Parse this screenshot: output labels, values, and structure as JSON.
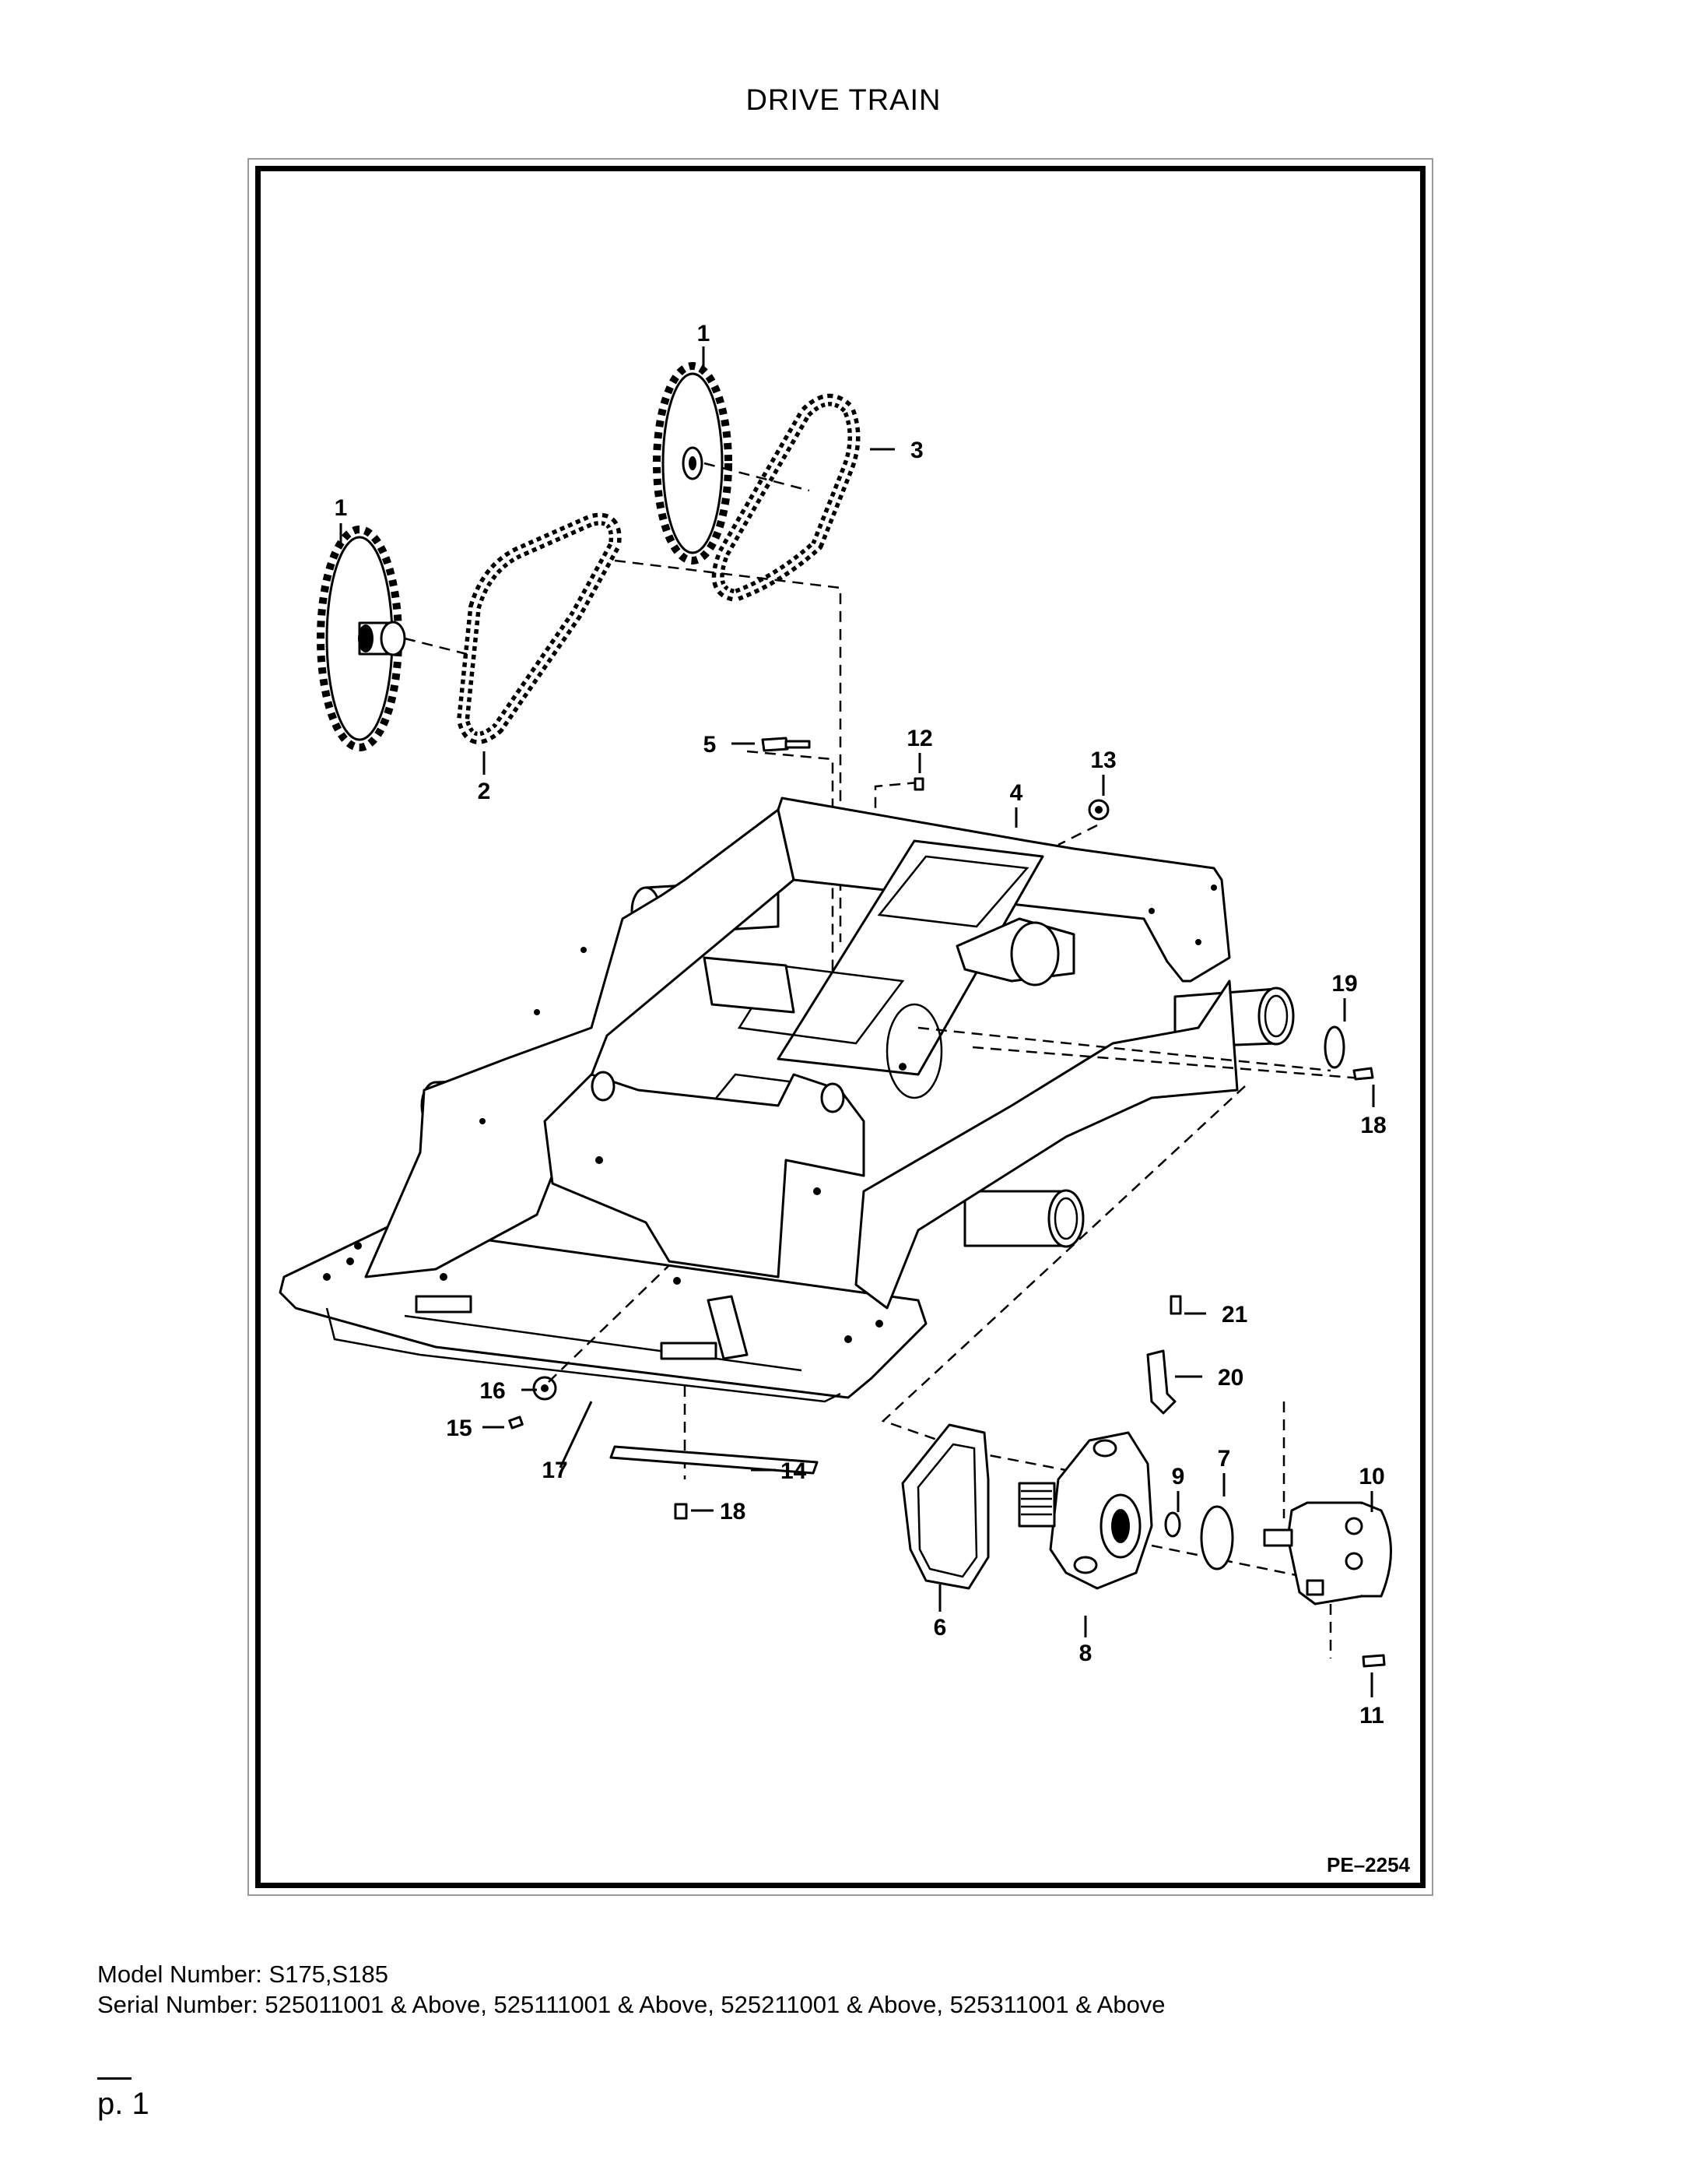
{
  "title": "DRIVE TRAIN",
  "figure_ref": "PE–2254",
  "callouts": {
    "c1a": "1",
    "c1b": "1",
    "c2": "2",
    "c3": "3",
    "c4": "4",
    "c5": "5",
    "c6": "6",
    "c7": "7",
    "c8": "8",
    "c9": "9",
    "c10": "10",
    "c11": "11",
    "c12": "12",
    "c13": "13",
    "c14": "14",
    "c15": "15",
    "c16": "16",
    "c17": "17",
    "c18a": "18",
    "c18b": "18",
    "c19": "19",
    "c20": "20",
    "c21": "21"
  },
  "footer": {
    "model": "Model Number: S175,S185",
    "serial": "Serial Number: 525011001 & Above, 525111001 & Above, 525211001 & Above, 525311001 & Above",
    "page": "p. 1"
  }
}
